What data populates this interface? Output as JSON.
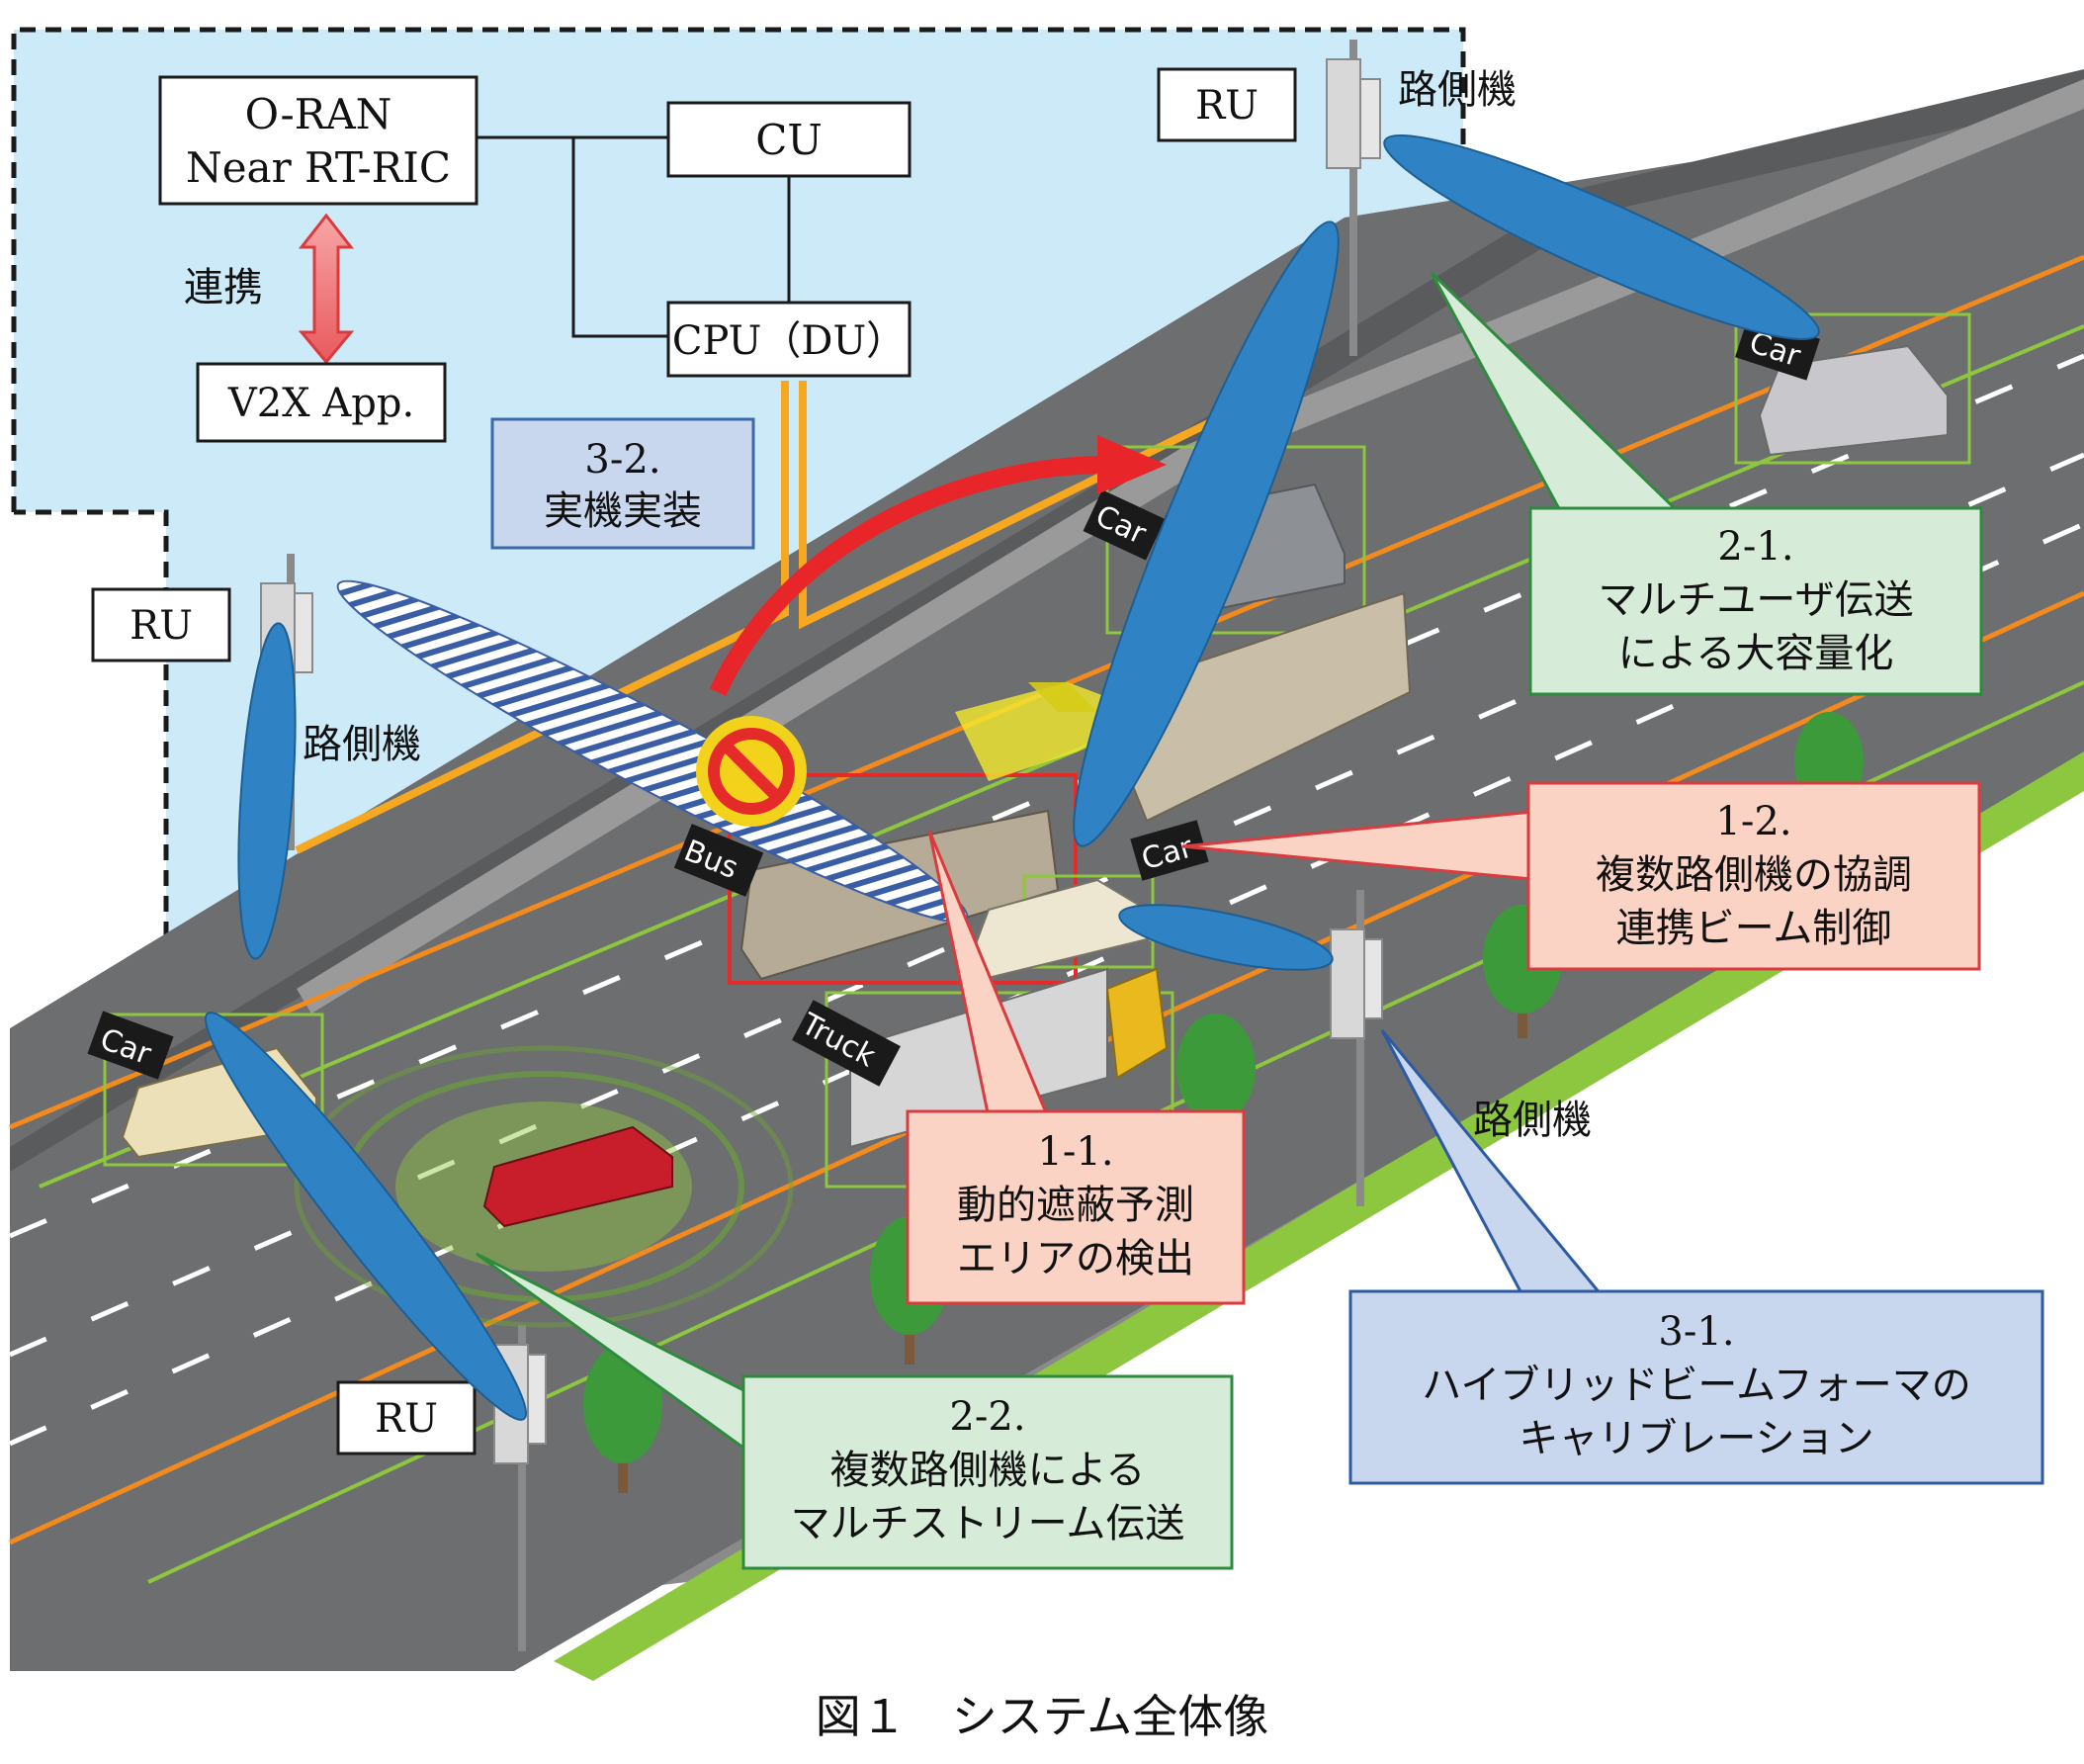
{
  "caption": "図１　システム全体像",
  "blocks": {
    "oran": [
      "O-RAN",
      "Near RT-RIC"
    ],
    "cu": "CU",
    "cpu": "CPU（DU）",
    "link": "連携",
    "v2x": "V2X App.",
    "impl": [
      "3-2.",
      "実機実装"
    ]
  },
  "ru_label": "RU",
  "rsu_label": "路側機",
  "callouts": {
    "c21": [
      "2-1.",
      "マルチユーザ伝送",
      "による大容量化"
    ],
    "c12": [
      "1-2.",
      "複数路側機の協調",
      "連携ビーム制御"
    ],
    "c11": [
      "1-1.",
      "動的遮蔽予測",
      "エリアの検出"
    ],
    "c31": [
      "3-1.",
      "ハイブリッドビームフォーマの",
      "キャリブレーション"
    ],
    "c22": [
      "2-2.",
      "複数路側機による",
      "マルチストリーム伝送"
    ]
  },
  "vehicle_tags": {
    "car": "Car",
    "bus": "Bus",
    "truck": "Truck"
  },
  "colors": {
    "sky_panel": "#cdeaf8",
    "road": "#6d6e70",
    "beam": "#2f82c4",
    "green_box": "#d6ecd8",
    "red_box": "#fbd3c4",
    "blue_box": "#c9d7ee",
    "arrow_red": "#e8262a",
    "fiber": "#f6a821"
  }
}
